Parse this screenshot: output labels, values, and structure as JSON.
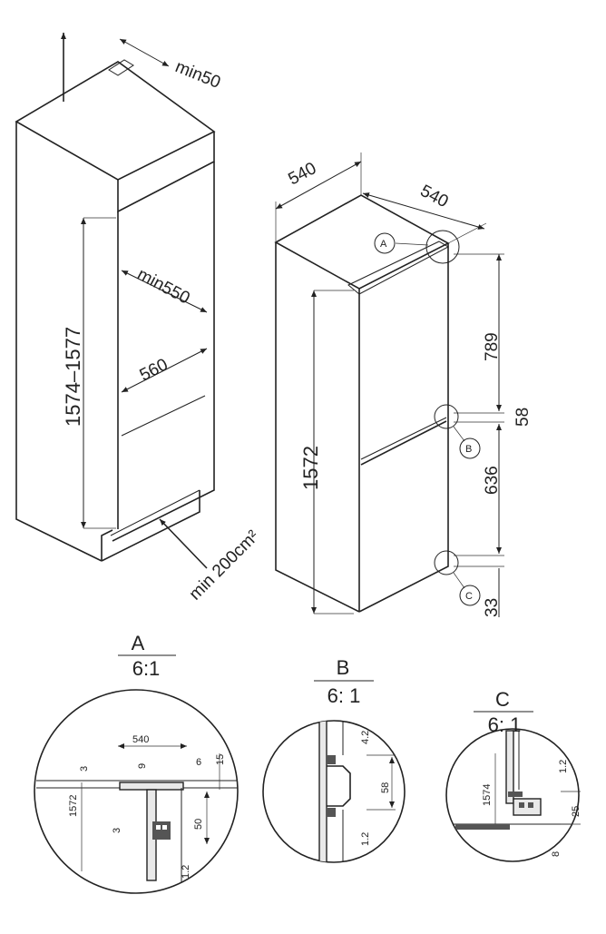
{
  "cabinet": {
    "dim_top": "min50",
    "dim_height": "1574–1577",
    "dim_depth_min": "min550",
    "dim_width": "560",
    "vent": "min 200cm²"
  },
  "appliance": {
    "dim_width": "540",
    "dim_depth": "540",
    "dim_height": "1572",
    "dim_upper": "789",
    "dim_gap": "58",
    "dim_lower": "636",
    "dim_bottom": "33",
    "callout_a": "A",
    "callout_b": "B",
    "callout_c": "C"
  },
  "detail_a": {
    "label": "A",
    "scale": "6:1",
    "d540": "540",
    "d3a": "3",
    "d9": "9",
    "d6": "6",
    "d15": "15",
    "d1572": "1572",
    "d3b": "3",
    "d50": "50",
    "d1_2": "1.2"
  },
  "detail_b": {
    "label": "B",
    "scale": "6: 1",
    "d4_2": "4.2",
    "d58": "58",
    "d1_2": "1.2"
  },
  "detail_c": {
    "label": "C",
    "scale": "6: 1",
    "d1574": "1574",
    "d1_2": "1.2",
    "d25": "25",
    "d8": "8"
  }
}
